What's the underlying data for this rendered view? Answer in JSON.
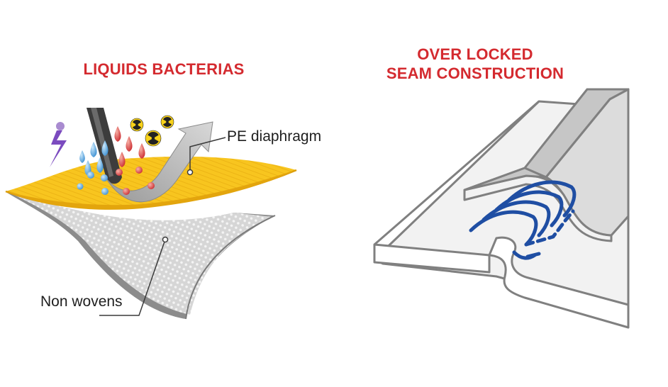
{
  "left_panel": {
    "title": "LIQUIDS BACTERIAS",
    "labels": {
      "pe": "PE diaphragm",
      "nonwovens": "Non wovens"
    },
    "icons": [
      "lightning-icon",
      "needle-icon",
      "water-drop-icon",
      "blood-drop-icon",
      "radiation-icon",
      "deflect-arrow-icon"
    ]
  },
  "right_panel": {
    "title_line1": "OVER LOCKED",
    "title_line2": "SEAM CONSTRUCTION"
  },
  "colors": {
    "title_red": "#d42a2f",
    "pe_yellow": "#f8c51f",
    "nonwoven_gray": "#b8b8b8",
    "stitch_blue": "#1f4ea3",
    "drop_blue": "#3a9ad9",
    "drop_red": "#d42a2f",
    "lightning_purple": "#7b4bbf"
  }
}
